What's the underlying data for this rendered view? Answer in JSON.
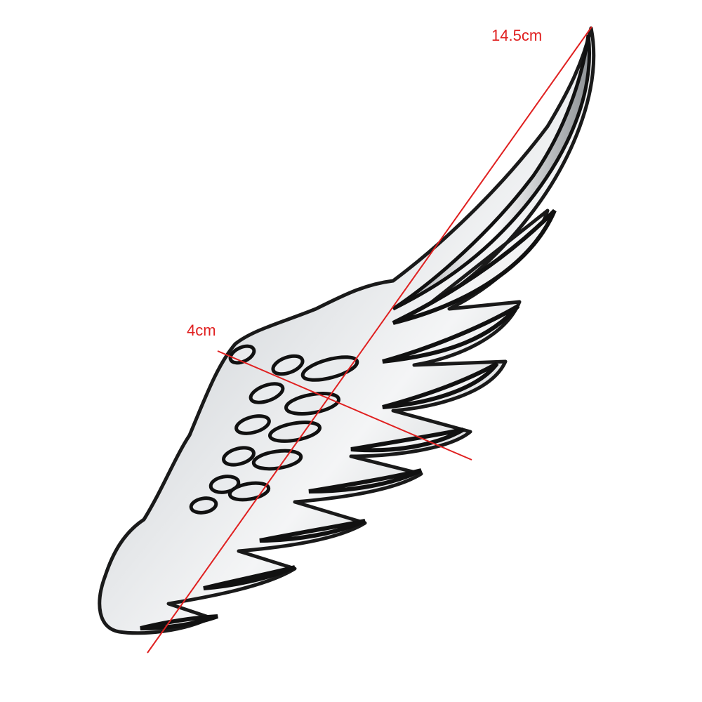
{
  "product": {
    "subject": "chrome-wing-emblem",
    "color": "#c0c4c8"
  },
  "dimensions": {
    "length_label": "14.5cm",
    "width_label": "4cm",
    "line_color": "#e02020"
  }
}
